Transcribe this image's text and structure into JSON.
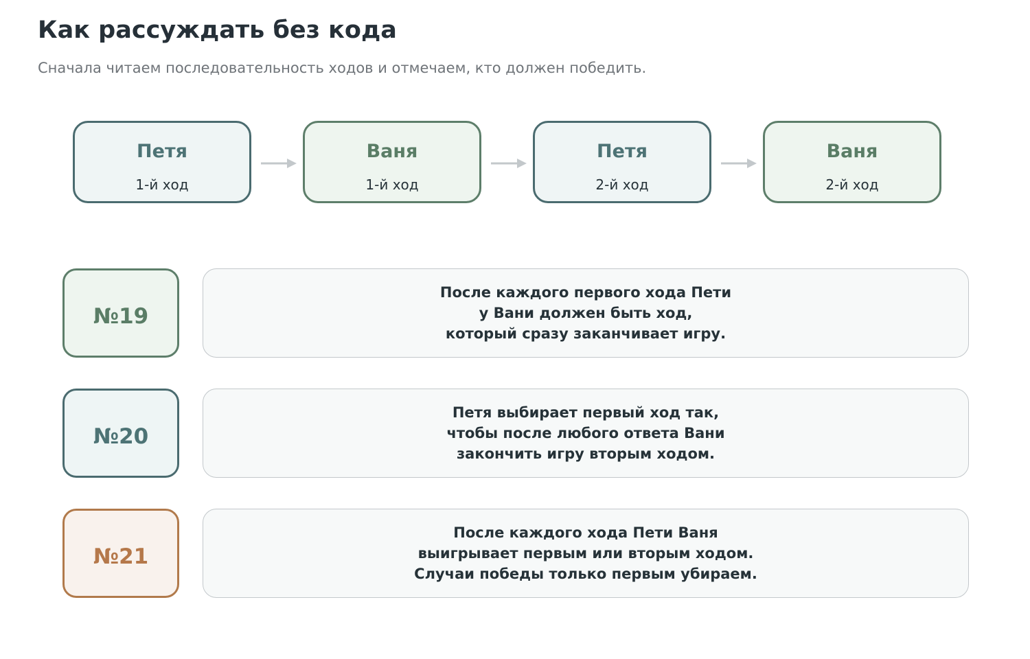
{
  "header": {
    "title": "Как рассуждать без кода",
    "subtitle": "Сначала читаем последовательность ходов и отмечаем, кто должен победить."
  },
  "sequence": [
    {
      "player": "Петя",
      "turn": "1-й ход"
    },
    {
      "player": "Ваня",
      "turn": "1-й ход"
    },
    {
      "player": "Петя",
      "turn": "2-й ход"
    },
    {
      "player": "Ваня",
      "turn": "2-й ход"
    }
  ],
  "tasks": [
    {
      "number": "№19",
      "lines": [
        "После каждого первого хода Пети",
        "у Вани должен быть ход,",
        "который сразу заканчивает игру."
      ]
    },
    {
      "number": "№20",
      "lines": [
        "Петя выбирает первый ход так,",
        "чтобы после любого ответа Вани",
        "закончить игру вторым ходом."
      ]
    },
    {
      "number": "№21",
      "lines": [
        "После каждого хода Пети Ваня",
        "выигрывает первым или вторым ходом.",
        "Случаи победы только первым убираем."
      ]
    }
  ],
  "colors": {
    "petya": "#4d7375",
    "vanya": "#5a7d66",
    "task21": "#b5784a",
    "arrow": "#c3c8cb"
  }
}
